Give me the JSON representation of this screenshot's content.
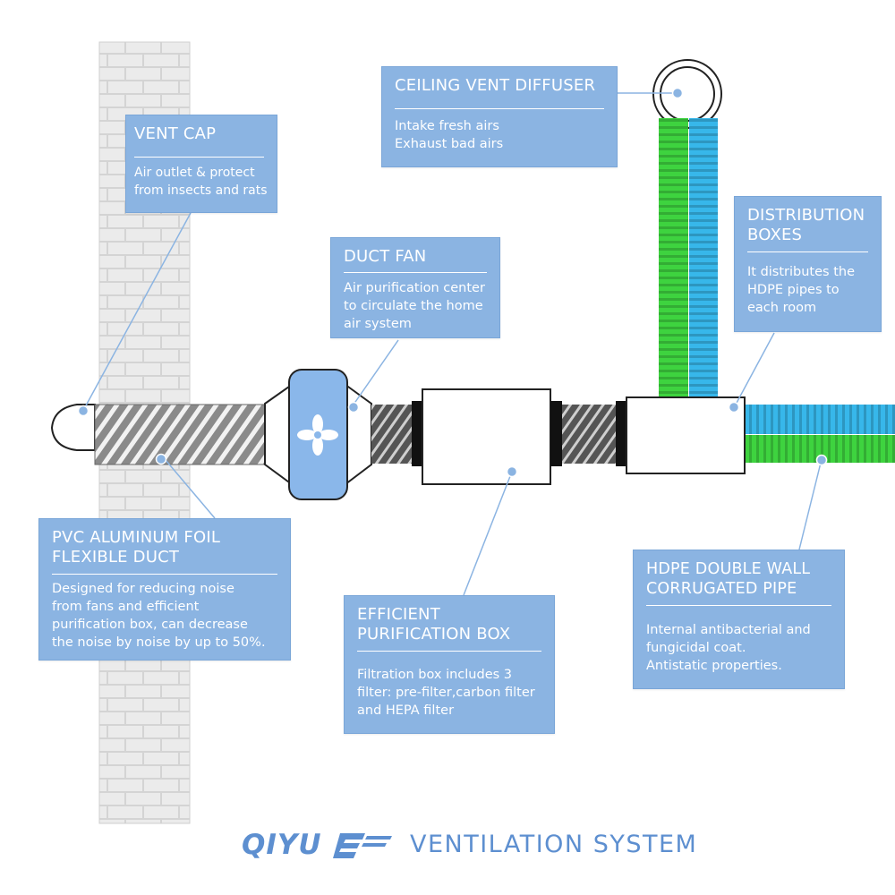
{
  "brand": {
    "logo_text": "QIYU",
    "tagline": "VENTILATION SYSTEM"
  },
  "colors": {
    "label_box": "#8bb4e2",
    "wall": "#d6d6d6",
    "green_pipe": "#3ed33f",
    "blue_pipe": "#37b7ea",
    "fan_body": "#8ab7ea",
    "duct": "#7f7f7f"
  },
  "labels": {
    "ceiling_vent_diffuser": {
      "title": "CEILING VENT DIFFUSER",
      "desc": "Intake fresh airs\nExhaust bad airs"
    },
    "vent_cap": {
      "title": "VENT CAP",
      "desc": "Air outlet  & protect\nfrom insects and rats"
    },
    "duct_fan": {
      "title": "DUCT FAN",
      "desc": "Air purification center\nto circulate the home\nair system"
    },
    "distribution_boxes": {
      "title": "DISTRIBUTION\nBOXES",
      "desc": "It distributes the\nHDPE pipes to\neach room"
    },
    "pvc_duct": {
      "title": "PVC ALUMINUM FOIL\nFLEXIBLE DUCT",
      "desc": "Designed for reducing noise\nfrom fans and efficient\npurification box, can decrease\nthe noise by noise by up to 50%."
    },
    "purification_box": {
      "title": "EFFICIENT\nPURIFICATION BOX",
      "desc": "Filtration box includes 3\nfilter: pre-filter,carbon filter\nand HEPA filter"
    },
    "hdpe_pipe": {
      "title": "HDPE DOUBLE WALL\nCORRUGATED PIPE",
      "desc": "Internal antibacterial and\nfungicidal coat.\nAntistatic properties."
    }
  }
}
